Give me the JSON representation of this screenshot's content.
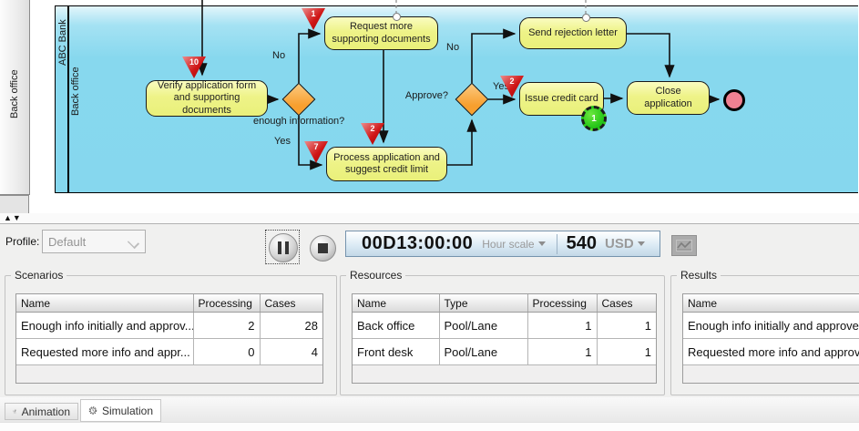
{
  "sidebar": {
    "label": "Back office"
  },
  "diagram": {
    "pool": "ABC Bank",
    "lane": "Back office",
    "tasks": {
      "verify": "Verify application form and supporting documents",
      "request": "Request more supporting documents",
      "process": "Process application and suggest credit limit",
      "send": "Send rejection letter",
      "issue": "Issue credit card",
      "close": "Close application"
    },
    "gateways": {
      "info": "enough information?",
      "approve": "Approve?"
    },
    "labels": {
      "no1": "No",
      "yes1": "Yes",
      "no2": "No",
      "yes2": "Yes"
    },
    "counters": {
      "verify": "10",
      "request": "1",
      "process_yes": "7",
      "process_top": "2",
      "issue": "2"
    },
    "badge": "1",
    "colors": {
      "pool_fill": "#86d7ee",
      "task_fill": "#eef388",
      "gateway_fill": "#f89f2e",
      "counter_fill": "#cf1616",
      "badge_fill": "#23c417",
      "end_event_fill": "#ef8192"
    }
  },
  "splitter": {
    "collapse": "▲",
    "expand": "▼"
  },
  "panel": {
    "profile_label": "Profile:",
    "profile_value": "Default",
    "clock": {
      "time": "00D13:00:00",
      "scale": "Hour scale",
      "amount": "540",
      "currency": "USD"
    }
  },
  "groups": {
    "scenarios": {
      "title": "Scenarios",
      "columns": [
        "Name",
        "Processing",
        "Cases"
      ],
      "rows": [
        {
          "name": "Enough info initially and approv...",
          "processing": "2",
          "cases": "28"
        },
        {
          "name": "Requested more info and appr...",
          "processing": "0",
          "cases": "4"
        }
      ]
    },
    "resources": {
      "title": "Resources",
      "columns": [
        "Name",
        "Type",
        "Processing",
        "Cases"
      ],
      "rows": [
        {
          "name": "Back office",
          "type": "Pool/Lane",
          "processing": "1",
          "cases": "1"
        },
        {
          "name": "Front desk",
          "type": "Pool/Lane",
          "processing": "1",
          "cases": "1"
        }
      ]
    },
    "results": {
      "title": "Results",
      "columns": [
        "Name"
      ],
      "rows": [
        {
          "name": "Enough info initially and approved"
        },
        {
          "name": "Requested more info and approve"
        }
      ]
    }
  },
  "tabs": {
    "animation": "Animation",
    "simulation": "Simulation"
  }
}
